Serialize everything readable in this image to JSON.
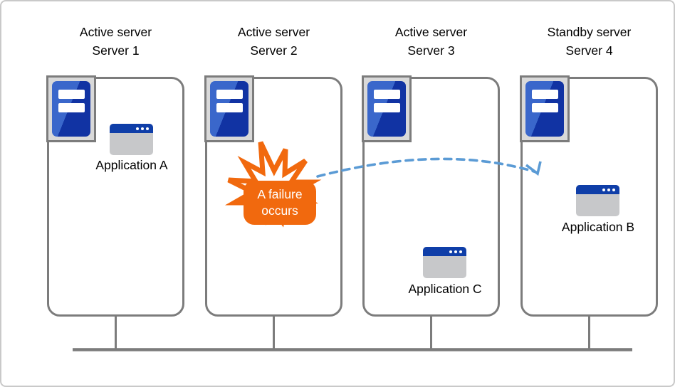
{
  "servers": [
    {
      "role": "Active server",
      "name": "Server 1",
      "app": "Application A"
    },
    {
      "role": "Active server",
      "name": "Server 2"
    },
    {
      "role": "Active server",
      "name": "Server 3",
      "app": "Application C"
    },
    {
      "role": "Standby server",
      "name": "Server 4",
      "app": "Application B"
    }
  ],
  "failure": {
    "text": "A failure occurs",
    "lines": [
      "A failure",
      "occurs"
    ]
  },
  "failover_arrow": {
    "from": "Server 2",
    "to": "Server 4",
    "style": "dashed curved arrow",
    "color": "#5B9BD5"
  },
  "network": {
    "type": "shared bus line",
    "color": "#7C7C7C"
  },
  "colors": {
    "container_border": "#7C7C7C",
    "server_chip_bg": "#D9D9D9",
    "tower_blue_light": "#3A67CB",
    "tower_blue_dark": "#1133A3",
    "app_titlebar_blue": "#0F3EA8",
    "app_body_gray": "#C7C8CA",
    "failure_orange": "#F1690E",
    "arrow_blue": "#5B9BD5",
    "frame_gray": "#C9C9C9",
    "text": "#000000"
  },
  "icons": {
    "server-tower-icon": "blue server tower with two white slots in gray chip",
    "app-window-icon": "gray window, blue title bar, three white dots",
    "failure-burst-icon": "orange starburst outline",
    "failover-arrow-icon": "blue dashed arc with open arrowhead",
    "network-bus-icon": "gray horizontal bus with drop connectors"
  }
}
